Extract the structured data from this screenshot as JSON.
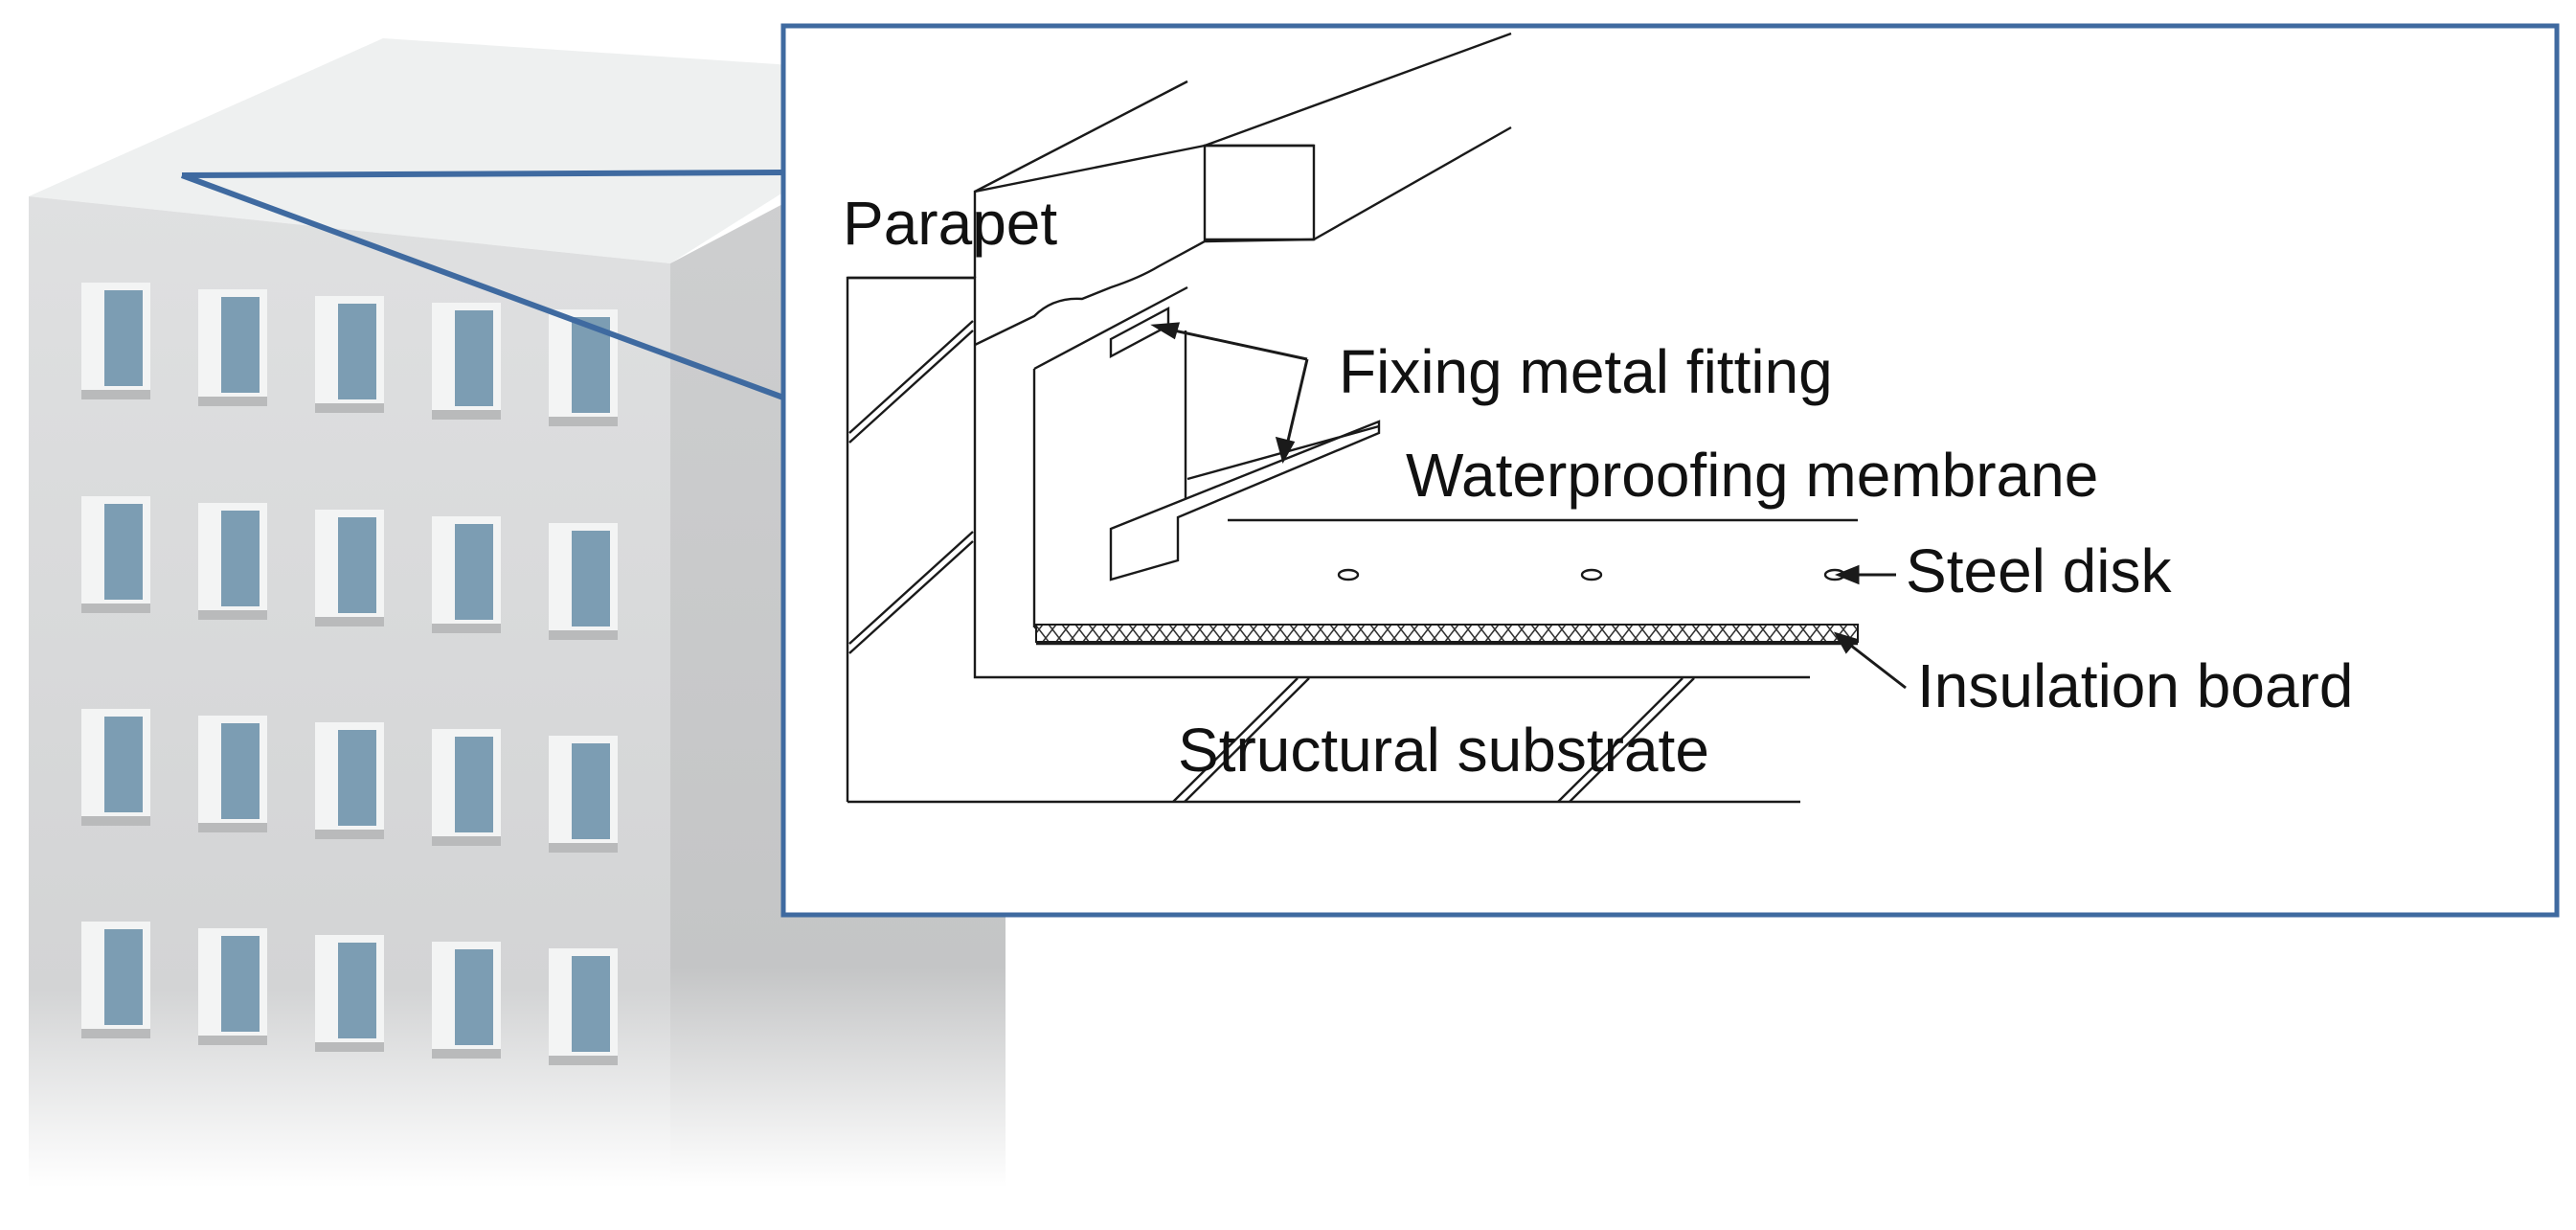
{
  "labels": {
    "parapet": "Parapet",
    "fixing_metal_fitting": "Fixing metal fitting",
    "waterproofing_membrane": "Waterproofing membrane",
    "steel_disk": "Steel disk",
    "insulation_board": "Insulation board",
    "structural_substrate": "Structural substrate"
  },
  "colors": {
    "callout_frame": "#3f6aa0",
    "window_glass": "#7c9db3",
    "building_front": "#d9dadb",
    "building_side": "#c8c9ca",
    "building_roof": "#eef0f0",
    "line": "#1a1a1a"
  },
  "building": {
    "window_rows": 4,
    "window_cols": 5
  }
}
